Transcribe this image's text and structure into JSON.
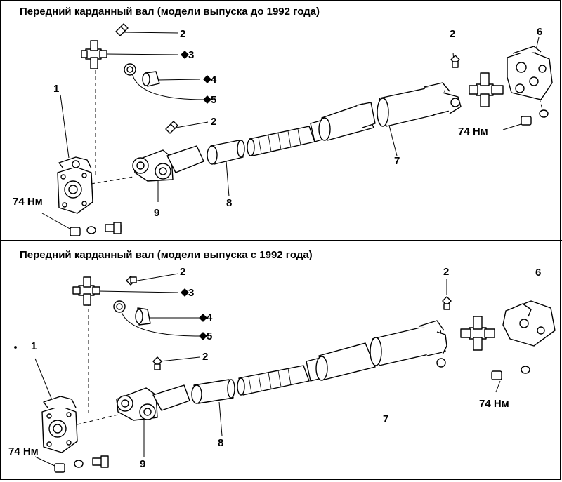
{
  "diagram": {
    "panels": [
      {
        "title": "Передний карданный вал (модели выпуска до 1992 года)",
        "callouts": {
          "c1": "1",
          "c2a": "2",
          "c2b": "2",
          "c2c": "2",
          "c3": "3",
          "c4": "4",
          "c5": "5",
          "c6": "6",
          "c7": "7",
          "c8": "8",
          "c9": "9",
          "torque_left": "74 Нм",
          "torque_right": "74 Нм"
        }
      },
      {
        "title": "Передний карданный вал (модели выпуска с 1992 года)",
        "callouts": {
          "c1": "1",
          "c2a": "2",
          "c2b": "2",
          "c2c": "2",
          "c3": "3",
          "c4": "4",
          "c5": "5",
          "c6": "6",
          "c7": "7",
          "c8": "8",
          "c9": "9",
          "torque_left": "74 Нм",
          "torque_right": "74 Нм"
        }
      }
    ]
  }
}
